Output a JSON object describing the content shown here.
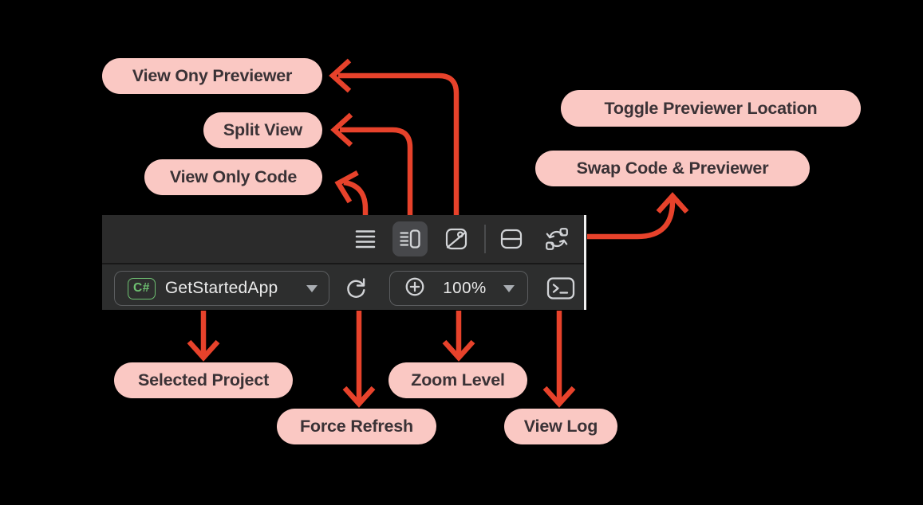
{
  "colors": {
    "background": "#000000",
    "arrow": "#E7422B",
    "pill_bg": "#FAC8C3",
    "pill_text": "#3A3236",
    "toolbar_bg_top": "#2B2B2B",
    "toolbar_bg_bottom": "#2D2E2E",
    "icon": "#D2D4D7",
    "accent_green": "#6EC071"
  },
  "callouts": {
    "view_only_previewer": "View Ony Previewer",
    "split_view": "Split View",
    "view_only_code": "View Only Code",
    "toggle_previewer_location": "Toggle Previewer Location",
    "swap_code_previewer": "Swap Code & Previewer",
    "selected_project": "Selected Project",
    "force_refresh": "Force Refresh",
    "zoom_level": "Zoom Level",
    "view_log": "View Log"
  },
  "toolbar": {
    "view_modes": {
      "code_only_icon": "list-lines-icon",
      "split_icon": "list-and-panel-icon",
      "previewer_icon": "image-icon",
      "selected_mode": "split"
    },
    "layout_controls": {
      "toggle_location_icon": "horizontal-split-icon",
      "swap_icon": "swap-arrows-icon"
    },
    "project_selector": {
      "language_badge": "C#",
      "project_name": "GetStartedApp"
    },
    "refresh_icon": "refresh-icon",
    "zoom_control": {
      "zoom_icon": "plus-circle-icon",
      "value": "100%"
    },
    "log_icon": "terminal-icon"
  }
}
